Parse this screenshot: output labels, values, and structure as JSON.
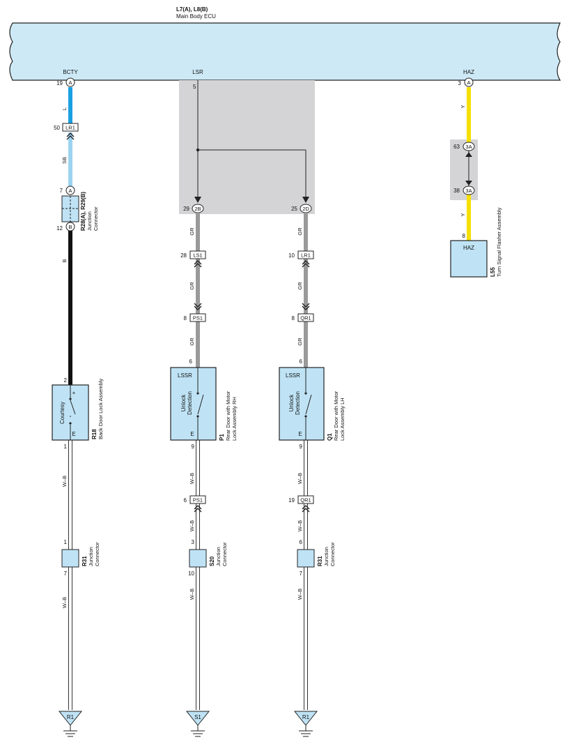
{
  "ecu": {
    "code": "L7(A), L8(B)",
    "name": "Main Body ECU",
    "pins": {
      "bcty": "BCTY",
      "lsr": "LSR",
      "haz": "HAZ"
    }
  },
  "pin_numbers": {
    "p19": "19",
    "p5": "5",
    "p3": "3",
    "p50": "50",
    "p7a": "7",
    "p12": "12",
    "p2": "2",
    "p1a": "1",
    "p1b": "1",
    "p7b": "7",
    "p29": "29",
    "p25": "25",
    "p28": "28",
    "p10": "10",
    "p8a": "8",
    "p8b": "8",
    "p6a": "6",
    "p6b": "6",
    "p9a": "9",
    "p9b": "9",
    "p6c": "6",
    "p19b": "19",
    "p3b": "3",
    "p10b": "10",
    "p6d": "6",
    "p7c": "7",
    "p63": "63",
    "p38": "38",
    "p8c": "8"
  },
  "connector_ids": {
    "a1": "A",
    "a2": "A",
    "a3": "A",
    "b1": "B",
    "c2b": "2B",
    "c2d": "2D",
    "c3a1": "3A",
    "c3a2": "3A"
  },
  "inline": {
    "lr1a": "LR1",
    "ls1": "LS1",
    "lr1b": "LR1",
    "ps1a": "PS1",
    "qr1a": "QR1",
    "ps1b": "PS1",
    "qr1b": "QR1"
  },
  "wire_colors": {
    "l": "L",
    "sb": "SB",
    "b": "B",
    "wb1": "W–B",
    "wb2": "W–B",
    "gr1": "GR",
    "gr2": "GR",
    "gr3": "GR",
    "wb3": "W–B",
    "wb4": "W–B",
    "wb5": "W–B",
    "gr4": "GR",
    "gr5": "GR",
    "gr6": "GR",
    "wb6": "W–B",
    "wb7": "W–B",
    "wb8": "W–B",
    "y1": "Y",
    "y2": "Y"
  },
  "components": {
    "r28": {
      "code": "R28(A), R29(B)",
      "desc1": "Junction",
      "desc2": "Connector"
    },
    "r18": {
      "code": "R18",
      "desc": "Back Door Lock Assembly",
      "switch": "Courtesy",
      "plus": "+",
      "e": "E"
    },
    "p1": {
      "code": "P1",
      "desc1": "Rear Door with Motor",
      "desc2": "Lock Assembly RH",
      "top": "LSSR",
      "sw1": "Unlock",
      "sw2": "Detection",
      "e": "E"
    },
    "q1": {
      "code": "Q1",
      "desc1": "Rear Door with Motor",
      "desc2": "Lock Assembly LH",
      "top": "LSSR",
      "sw1": "Unlock",
      "sw2": "Detection",
      "e": "E"
    },
    "r31a": {
      "code": "R31",
      "desc1": "Junction",
      "desc2": "Connector"
    },
    "s20": {
      "code": "S20",
      "desc1": "Junction",
      "desc2": "Connector"
    },
    "r31b": {
      "code": "R31",
      "desc1": "Junction",
      "desc2": "Connector"
    },
    "l55": {
      "code": "L55",
      "desc": "Turn Signal Flasher Assembly",
      "pin": "HAZ"
    }
  },
  "grounds": {
    "g1": "R1",
    "g2": "S1",
    "g3": "R1"
  },
  "colors": {
    "ecu_fill": "#cde9f6",
    "component_fill": "#bfe3f5",
    "shade": "#d4d4d6",
    "wire_L": "#1aa0e0",
    "wire_SB": "#9cd3f0",
    "wire_B": "#111111",
    "wire_GR": "#9a9a9a",
    "wire_Y": "#f5e000"
  }
}
